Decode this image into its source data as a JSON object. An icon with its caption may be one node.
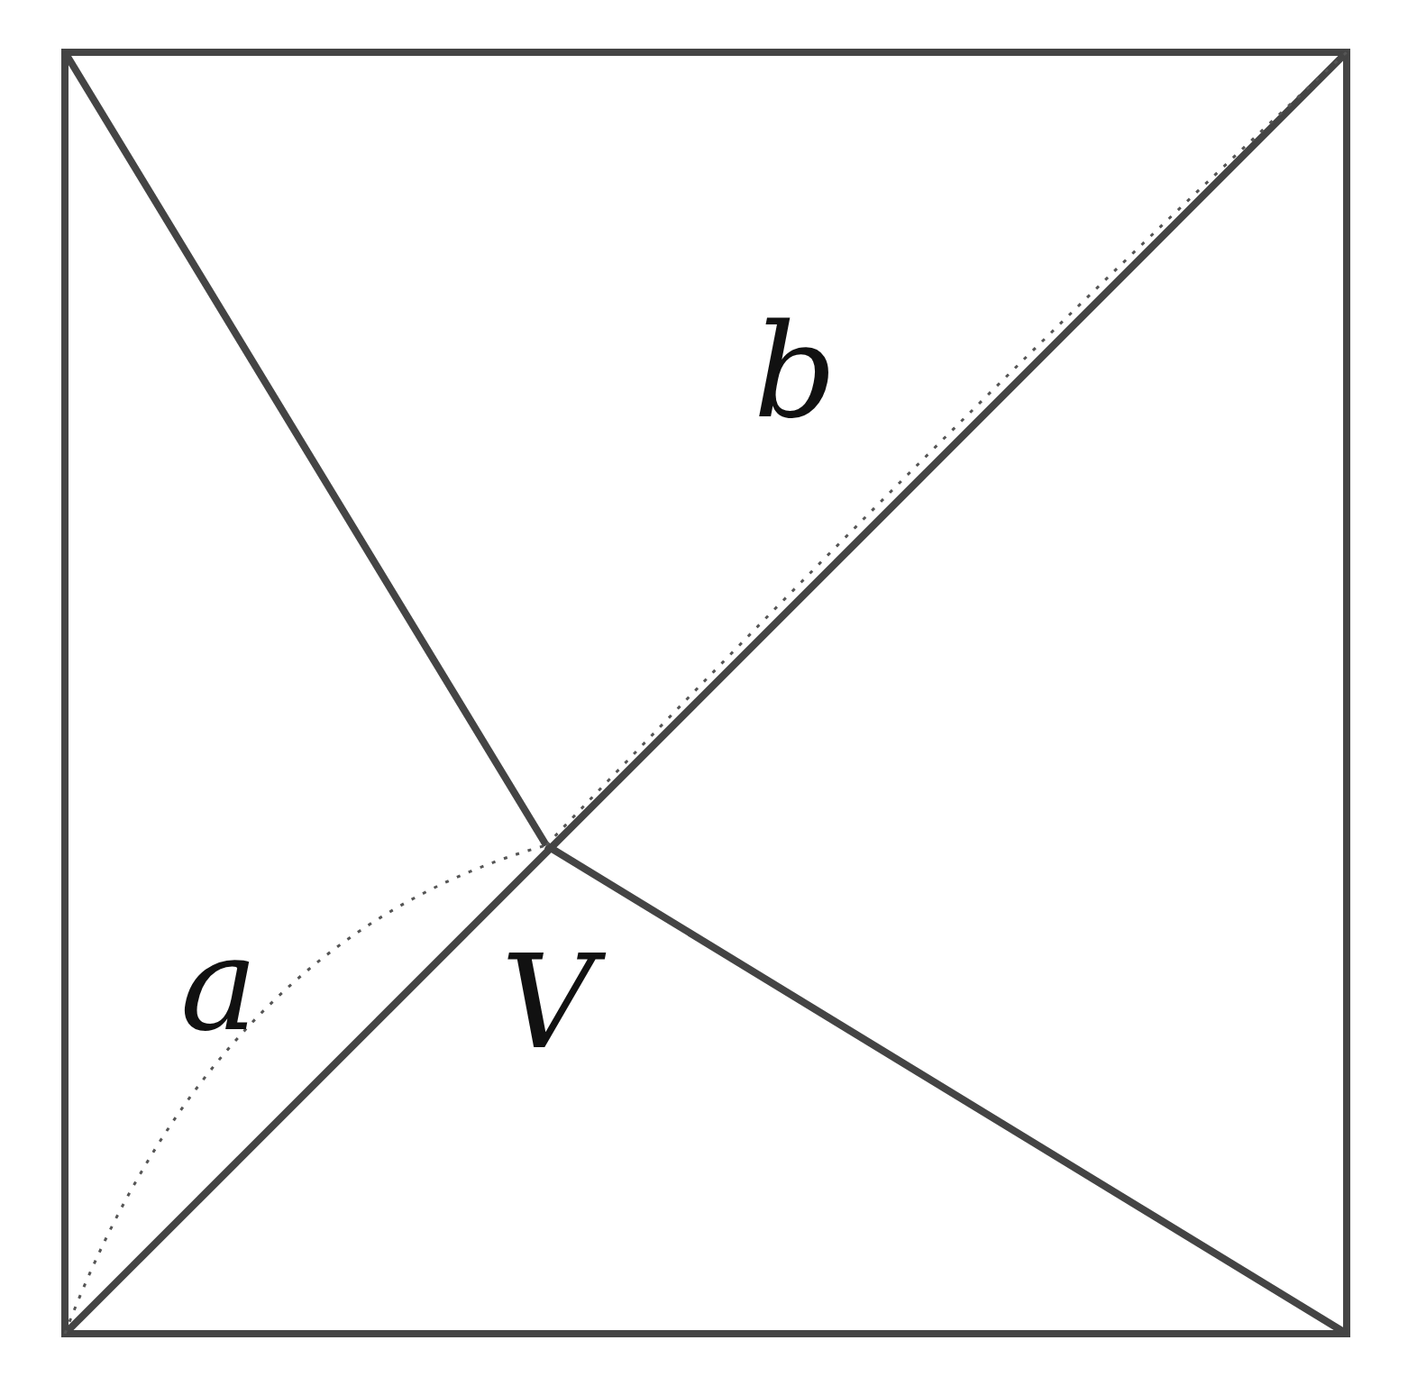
{
  "diagram": {
    "labels": [
      "b",
      "a",
      "V"
    ]
  }
}
